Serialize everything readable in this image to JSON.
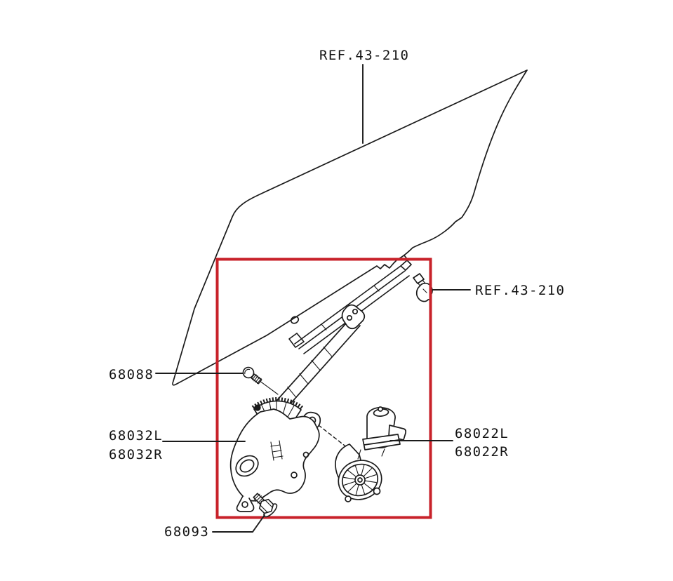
{
  "colors": {
    "background": "#ffffff",
    "line": "#1b1b1b",
    "highlight": "#c8222a"
  },
  "callouts": {
    "ref_glass": "REF.43-210",
    "ref_fastener": "REF.43-210",
    "screw": "68088",
    "regulator_left": "68032L",
    "regulator_right": "68032R",
    "motor_left": "68022L",
    "motor_right": "68022R",
    "bolt": "68093"
  }
}
